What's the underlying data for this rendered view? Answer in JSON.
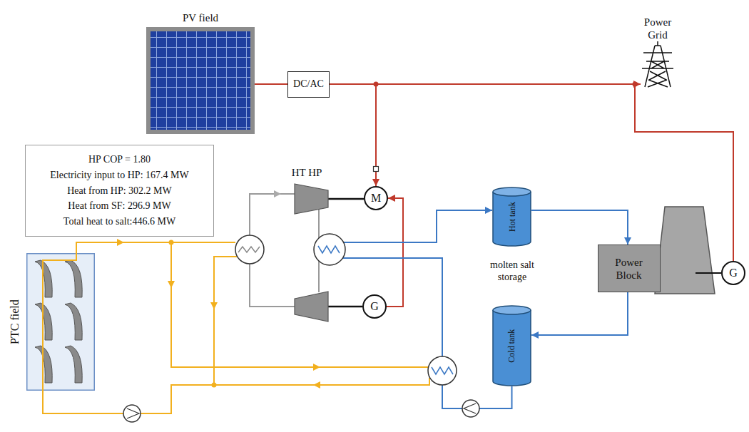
{
  "diagram": {
    "nodes": [
      {
        "text": [
          "PV field"
        ]
      },
      {
        "text": [
          "DC/AC"
        ]
      },
      {
        "text": [
          "Power Grid"
        ]
      },
      {
        "text": [
          "HP COP = 1.80",
          "Electricity input to HP: 167.4 MW",
          "Heat from HP: 302.2 MW",
          "Heat from SF: 296.9 MW",
          "Total heat to salt:446.6 MW"
        ]
      },
      {
        "text": [
          "M"
        ]
      },
      {
        "text": [
          "G"
        ]
      },
      {
        "text": [
          "PTC field"
        ]
      },
      {
        "text": [
          "Hot tank"
        ]
      },
      {
        "text": [
          "Cold tank"
        ]
      },
      {
        "text": [
          "Power Block"
        ]
      },
      {
        "text": [
          "G"
        ]
      }
    ],
    "edges": [
      {
        "from": 0,
        "to": 1,
        "arrow": "none"
      },
      {
        "from": 1,
        "to": 2,
        "arrow": "none"
      },
      {
        "from": 1,
        "to": 4,
        "arrow": "to"
      },
      {
        "from": 5,
        "to": 4,
        "arrow": "to"
      },
      {
        "from": 10,
        "to": 2,
        "arrow": "to"
      },
      {
        "from": 7,
        "to": 9,
        "arrow": "to"
      },
      {
        "from": 9,
        "to": 8,
        "arrow": "to"
      },
      {
        "from": 8,
        "to": 7,
        "arrow": "to"
      }
    ],
    "labels": [
      "HT HP",
      "molten salt storage"
    ]
  }
}
